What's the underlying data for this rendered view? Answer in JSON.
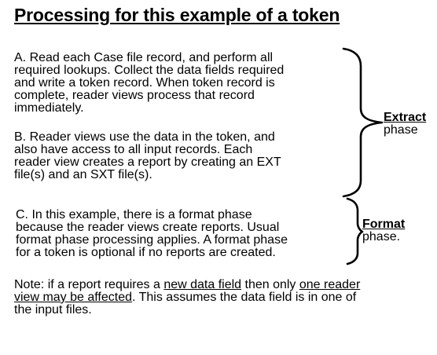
{
  "title": "Processing for this example of a token",
  "para_a": {
    "lines": [
      "A.  Read each Case file record, and perform all",
      "required lookups.  Collect the data fields required",
      "and write a token record. When token record is",
      "complete, reader views process that record",
      "immediately."
    ]
  },
  "para_b": {
    "lines": [
      "B.  Reader views use the data in the token, and",
      "also have access to all input records.  Each",
      "reader view creates a report by creating an EXT",
      "file(s) and an SXT file(s)."
    ]
  },
  "para_c": {
    "lines": [
      "C. In this example, there is a format phase",
      "because the reader views create reports.  Usual",
      "format phase processing applies.  A format phase",
      "for a token is optional if no reports are created."
    ]
  },
  "note": {
    "line1_pre": "Note: if a report requires a ",
    "line1_u1": "new data field",
    "line1_mid": " then only ",
    "line1_u2": "one reader",
    "line2_u": "view may be affected",
    "line2_post": ".  This assumes the data field is in one of",
    "line3": "the input files."
  },
  "extract_phase": {
    "name": "Extract",
    "word": "phase"
  },
  "format_phase": {
    "name": "Format",
    "word": "phase."
  }
}
